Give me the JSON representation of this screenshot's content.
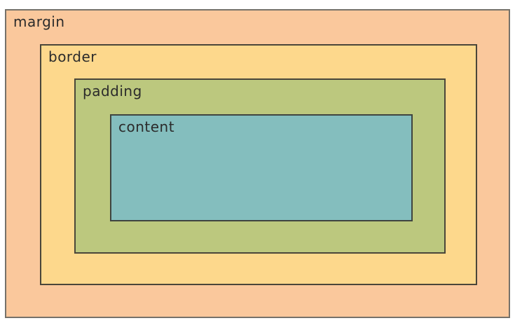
{
  "diagram": {
    "kind": "css-box-model",
    "background": "#FFFFFF",
    "text_color": "#2B2B2B",
    "outer_outline_color": "#76726A",
    "inner_outline_color": "#4A463A",
    "boxes": {
      "margin": {
        "label": "margin",
        "fill": "#FAC89C"
      },
      "border": {
        "label": "border",
        "fill": "#FDD88C"
      },
      "padding": {
        "label": "padding",
        "fill": "#BCC87E"
      },
      "content": {
        "label": "content",
        "fill": "#84BEBE"
      }
    }
  }
}
